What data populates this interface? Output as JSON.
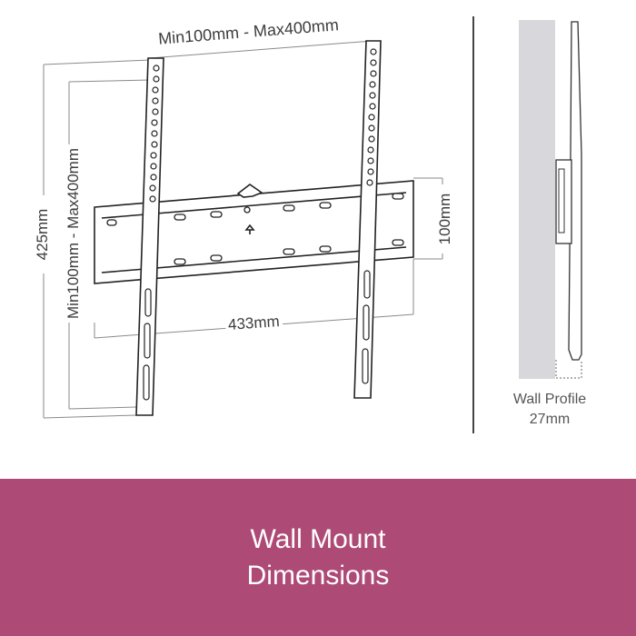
{
  "dimensions": {
    "top_width": "Min100mm - Max400mm",
    "left_overall_height": "425mm",
    "left_height_range": "Min100mm - Max400mm",
    "right_height": "100mm",
    "bottom_width": "433mm"
  },
  "wall_profile": {
    "label": "Wall Profile",
    "value": "27mm"
  },
  "banner": {
    "line1": "Wall Mount",
    "line2": "Dimensions",
    "background_color": "#ad4a76"
  }
}
